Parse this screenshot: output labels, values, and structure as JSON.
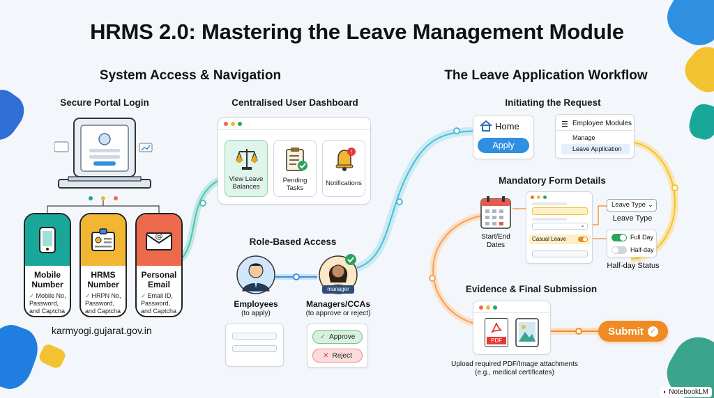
{
  "title_prefix": "HRMS 2.0:",
  "title_rest": " Mastering the Leave Management Module",
  "left_section": {
    "title": "System Access & Navigation",
    "login": {
      "title": "Secure Portal Login",
      "methods": [
        {
          "label": "Mobile Number",
          "desc": "Mobile No, Password, and Captcha",
          "color": "#19a79a"
        },
        {
          "label": "HRMS Number",
          "desc": "HRPN No, Password, and Captcha",
          "color": "#f2b632"
        },
        {
          "label": "Personal Email",
          "desc": "Email ID, Password, and Captcha",
          "color": "#ee6a4d"
        }
      ],
      "url": "karmyogi.gujarat.gov.in"
    },
    "dashboard": {
      "title": "Centralised User Dashboard",
      "tiles": [
        "View Leave Balances",
        "Pending Tasks",
        "Notifications"
      ]
    },
    "roles": {
      "title": "Role-Based Access",
      "employees_label": "Employees",
      "employees_sub": "(to apply)",
      "managers_label": "Managers/CCAs",
      "managers_sub": "(to approve or reject)",
      "manager_badge": "manager",
      "approve": "Approve",
      "reject": "Reject"
    }
  },
  "right_section": {
    "title": "The Leave Application Workflow",
    "initiating": {
      "title": "Initiating the Request",
      "home": "Home",
      "apply": "Apply",
      "menu_title": "Employee Modules",
      "menu_items": [
        "Manage",
        "Leave Application"
      ]
    },
    "form": {
      "title": "Mandatory Form Details",
      "dates_label": "Start/End Dates",
      "casual_leave": "Casual Leave",
      "leave_type_select": "Leave Type",
      "leave_type_label": "Leave Type",
      "full_day": "Full Day",
      "half_day": "Half-day",
      "half_day_status": "Half-day Status"
    },
    "evidence": {
      "title": "Evidence & Final Submission",
      "pdf": "PDF",
      "submit": "Submit",
      "caption_line1": "Upload required PDF/Image attachments",
      "caption_line2": "(e.g., medical certificates)"
    }
  },
  "watermark": "NotebookLM",
  "colors": {
    "teal": "#19a79a",
    "yellow": "#f2b632",
    "coral": "#ee6a4d",
    "blue": "#2f8fe0",
    "orange": "#f08a24",
    "green": "#2aa35a"
  }
}
